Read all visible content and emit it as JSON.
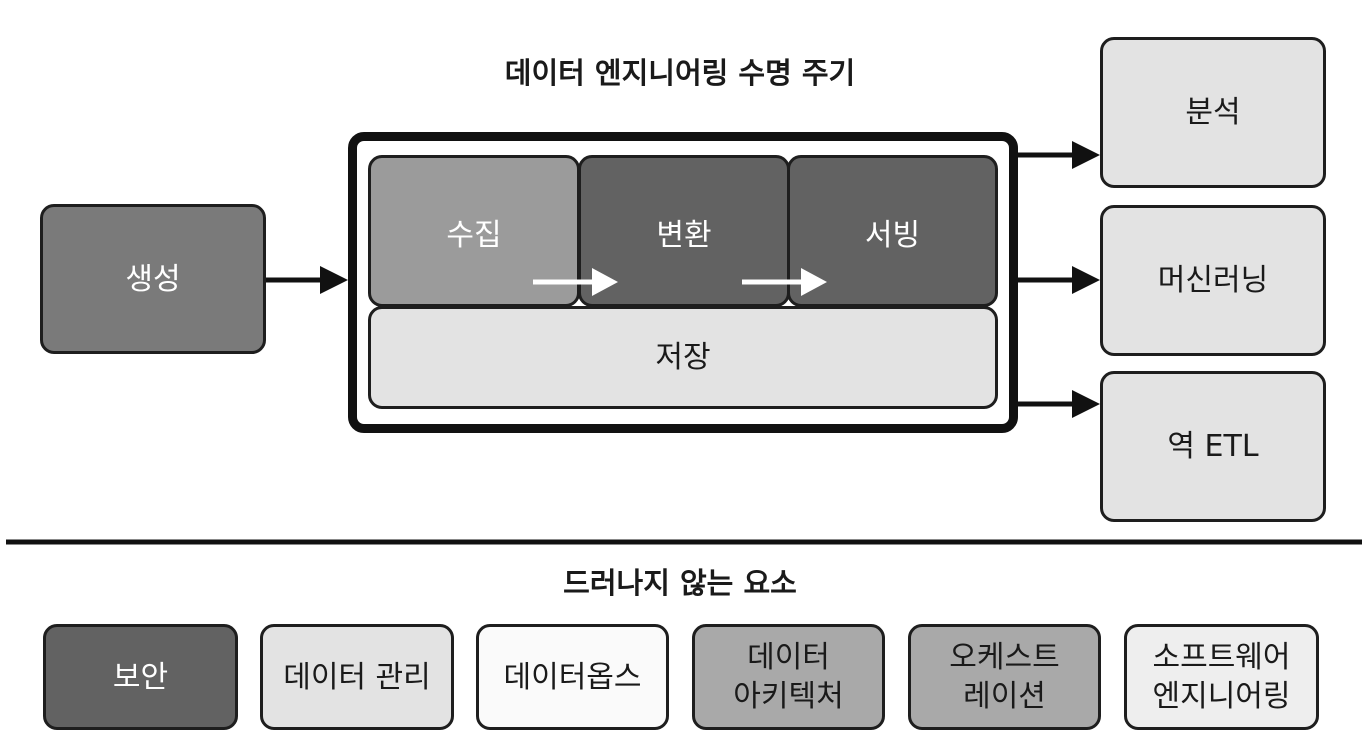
{
  "lifecycle": {
    "title": "데이터 엔지니어링 수명 주기",
    "generation": "생성",
    "ingestion": "수집",
    "transformation": "변환",
    "serving": "서빙",
    "storage": "저장",
    "outputs": {
      "analytics": "분석",
      "machine_learning": "머신러닝",
      "reverse_etl": "역 ETL"
    }
  },
  "undercurrents": {
    "title": "드러나지 않는 요소",
    "items": {
      "security": "보안",
      "data_management": "데이터 관리",
      "dataops": "데이터옵스",
      "data_architecture": [
        "데이터",
        "아키텍처"
      ],
      "orchestration": [
        "오케스트",
        "레이션"
      ],
      "software_engineering": [
        "소프트웨어",
        "엔지니어링"
      ]
    }
  },
  "colors": {
    "dark": "#626262",
    "gray": "#7a7a7a",
    "mid": "#9b9b9b",
    "light": "#e3e3e3",
    "white": "#fafafa",
    "outline": "#111111"
  }
}
